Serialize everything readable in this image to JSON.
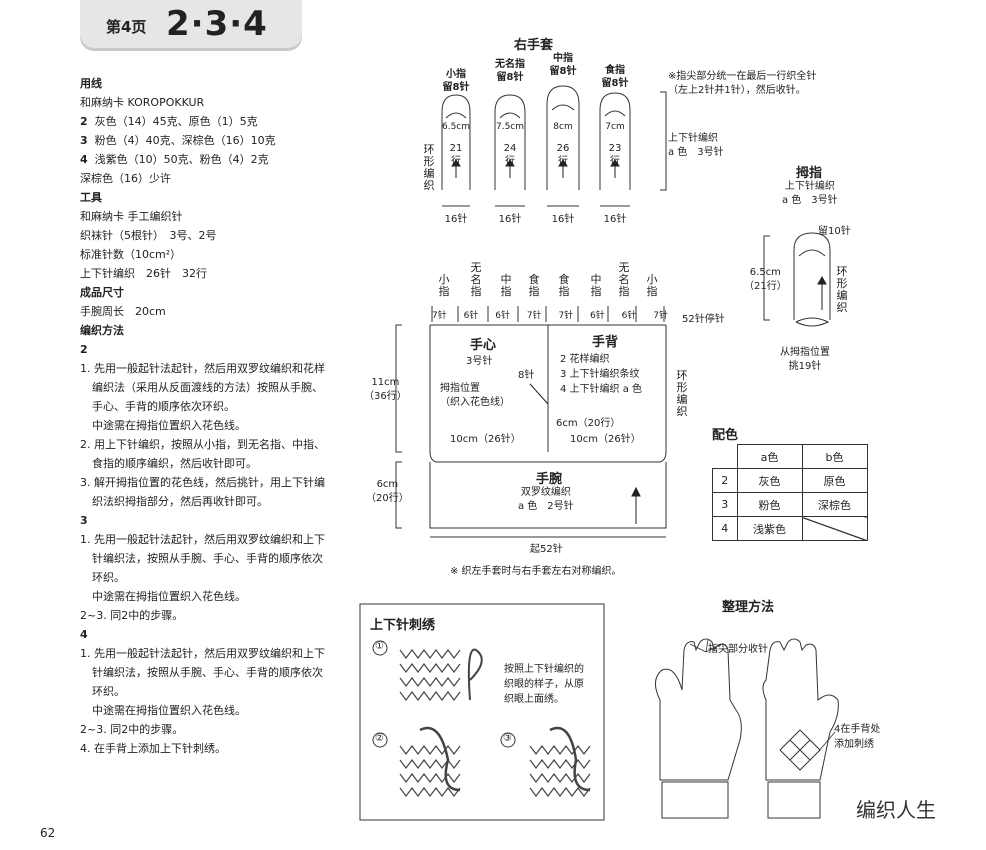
{
  "header": {
    "page_label": "第4页",
    "page_numbers": "2·3·4"
  },
  "page_number": "62",
  "left": {
    "yarn_title": "用线",
    "yarn_brand": "和麻纳卡 KOROPOKKUR",
    "yarn_lines": [
      {
        "n": "2",
        "text": "灰色（14）45克、原色（1）5克"
      },
      {
        "n": "3",
        "text": "粉色（4）40克、深棕色（16）10克"
      },
      {
        "n": "4",
        "text": "浅紫色（10）50克、粉色（4）2克"
      }
    ],
    "yarn_extra": "深棕色（16）少许",
    "tools_title": "工具",
    "tools_brand": "和麻纳卡 手工编织针",
    "tools_needles": "织袜针（5根针）　3号、2号",
    "gauge_title": "标准针数（10cm²）",
    "gauge_value": "上下针编织　26针　32行",
    "size_title": "成品尺寸",
    "size_value": "手腕周长　20cm",
    "method_title": "编织方法",
    "s2_title": "2",
    "s2_1": "1. 先用一般起针法起针，然后用双罗纹编织和花样编织法（采用从反面渡线的方法）按照从手腕、手心、手背的顺序依次环织。",
    "s2_1b": "中途需在拇指位置织入花色线。",
    "s2_2": "2. 用上下针编织，按照从小指，到无名指、中指、食指的顺序编织，然后收针即可。",
    "s2_3": "3. 解开拇指位置的花色线，然后挑针，用上下针编织法织拇指部分，然后再收针即可。",
    "s3_title": "3",
    "s3_1": "1. 先用一般起针法起针，然后用双罗纹编织和上下针编织法，按照从手腕、手心、手背的顺序依次环织。",
    "s3_1b": "中途需在拇指位置织入花色线。",
    "s3_2": "2~3. 同2中的步骤。",
    "s4_title": "4",
    "s4_1": "1. 先用一般起针法起针，然后用双罗纹编织和上下针编织法，按照从手腕、手心、手背的顺序依次环织。",
    "s4_1b": "中途需在拇指位置织入花色线。",
    "s4_2": "2~3. 同2中的步骤。",
    "s4_3": "4. 在手背上添加上下针刺绣。"
  },
  "diagram": {
    "title": "右手套",
    "fingers": [
      {
        "name": "小指",
        "keep": "留8针",
        "width": "6.5cm",
        "rows": "21",
        "rows_unit": "行",
        "bottom": "16针"
      },
      {
        "name": "无名指",
        "keep": "留8针",
        "width": "7.5cm",
        "rows": "24",
        "rows_unit": "行",
        "bottom": "16针"
      },
      {
        "name": "中指",
        "keep": "留8针",
        "width": "8cm",
        "rows": "26",
        "rows_unit": "行",
        "bottom": "16针"
      },
      {
        "name": "食指",
        "keep": "留8针",
        "width": "7cm",
        "rows": "23",
        "rows_unit": "行",
        "bottom": "16针"
      }
    ],
    "ring_knit_v": "环形编织",
    "note_tip": "※指尖部分统一在最后一行织全针",
    "note_tip2": "（左上2针并1针），然后收针。",
    "finger_knit": "上下针编织",
    "finger_color": "a 色　3号针",
    "top_labels": [
      "小指",
      "无名指",
      "中指",
      "食指",
      "食指",
      "中指",
      "无名指",
      "小指"
    ],
    "top_counts": [
      "7针",
      "6针",
      "6针",
      "7针",
      "7针",
      "6针",
      "6针",
      "7针"
    ],
    "stop_label": "52针停针",
    "palm": "手心",
    "palm_needle": "3号针",
    "back": "手背",
    "back_l1": "2 花样编织",
    "back_l2": "3 上下针编织条纹",
    "back_l3": "4 上下针编织 a 色",
    "thumb_pos": "拇指位置",
    "thumb_pos2": "（织入花色线）",
    "eight": "8针",
    "six_cm": "6cm（20行）",
    "ten_l": "10cm（26针）",
    "ten_r": "10cm（26针）",
    "eleven": "11cm",
    "eleven_rows": "（36行）",
    "six_w": "6cm",
    "six_w_rows": "（20行）",
    "ring_knit_v2": "环形编织",
    "wrist": "手腕",
    "wrist_pattern": "双罗纹编织",
    "wrist_color": "a 色　2号针",
    "cast_on": "起52针",
    "note_left": "※ 织左手套时与右手套左右对称编织。"
  },
  "thumb": {
    "title": "拇指",
    "knit": "上下针编织",
    "color": "a 色　3号针",
    "keep": "留10针",
    "size": "6.5cm",
    "rows": "（21行）",
    "ring": "环形编织",
    "pickup": "从拇指位置",
    "pickup2": "挑19针"
  },
  "palette": {
    "title": "配色",
    "head": [
      "",
      "a色",
      "b色"
    ],
    "rows": [
      [
        "2",
        "灰色",
        "原色"
      ],
      [
        "3",
        "粉色",
        "深棕色"
      ],
      [
        "4",
        "浅紫色",
        ""
      ]
    ]
  },
  "embroidery": {
    "title": "上下针刺绣",
    "steps": [
      "①",
      "②",
      "③"
    ],
    "desc1": "按照上下针编织的",
    "desc2": "织眼的样子，从原",
    "desc3": "织眼上面绣。"
  },
  "finish": {
    "title": "整理方法",
    "tip": "指尖部分收针",
    "add1": "4在手背处",
    "add2": "添加刺绣"
  },
  "watermark": "编织人生"
}
